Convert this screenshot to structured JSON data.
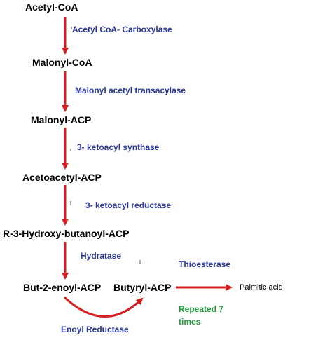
{
  "colors": {
    "arrow": "#d32020",
    "enzyme": "#2b3a9b",
    "note": "#1f9a3a",
    "text": "#000000"
  },
  "nodes": {
    "acetyl_coa": "Acetyl-CoA",
    "malonyl_coa": "Malonyl-CoA",
    "malonyl_acp": "Malonyl-ACP",
    "acetoacetyl_acp": "Acetoacetyl-ACP",
    "hydroxy_butanoyl_acp": "R-3-Hydroxy-butanoyl-ACP",
    "but_2_enoyl_acp": "But-2-enoyl-ACP",
    "butyryl_acp": "Butyryl-ACP",
    "palmitic_acid": "Palmitic acid"
  },
  "enzymes": {
    "acetyl_coa_carboxylase": "Acetyl CoA- Carboxylase",
    "malonyl_acetyl_transacylase": "Malonyl acetyl transacylase",
    "ketoacyl_synthase": "3- ketoacyl synthase",
    "ketoacyl_reductase": "3- ketoacyl reductase",
    "hydratase": "Hydratase",
    "enoyl_reductase": "Enoyl Reductase",
    "thioesterase": "Thioesterase"
  },
  "notes": {
    "repeated_line1": "Repeated 7",
    "repeated_line2": "times"
  }
}
